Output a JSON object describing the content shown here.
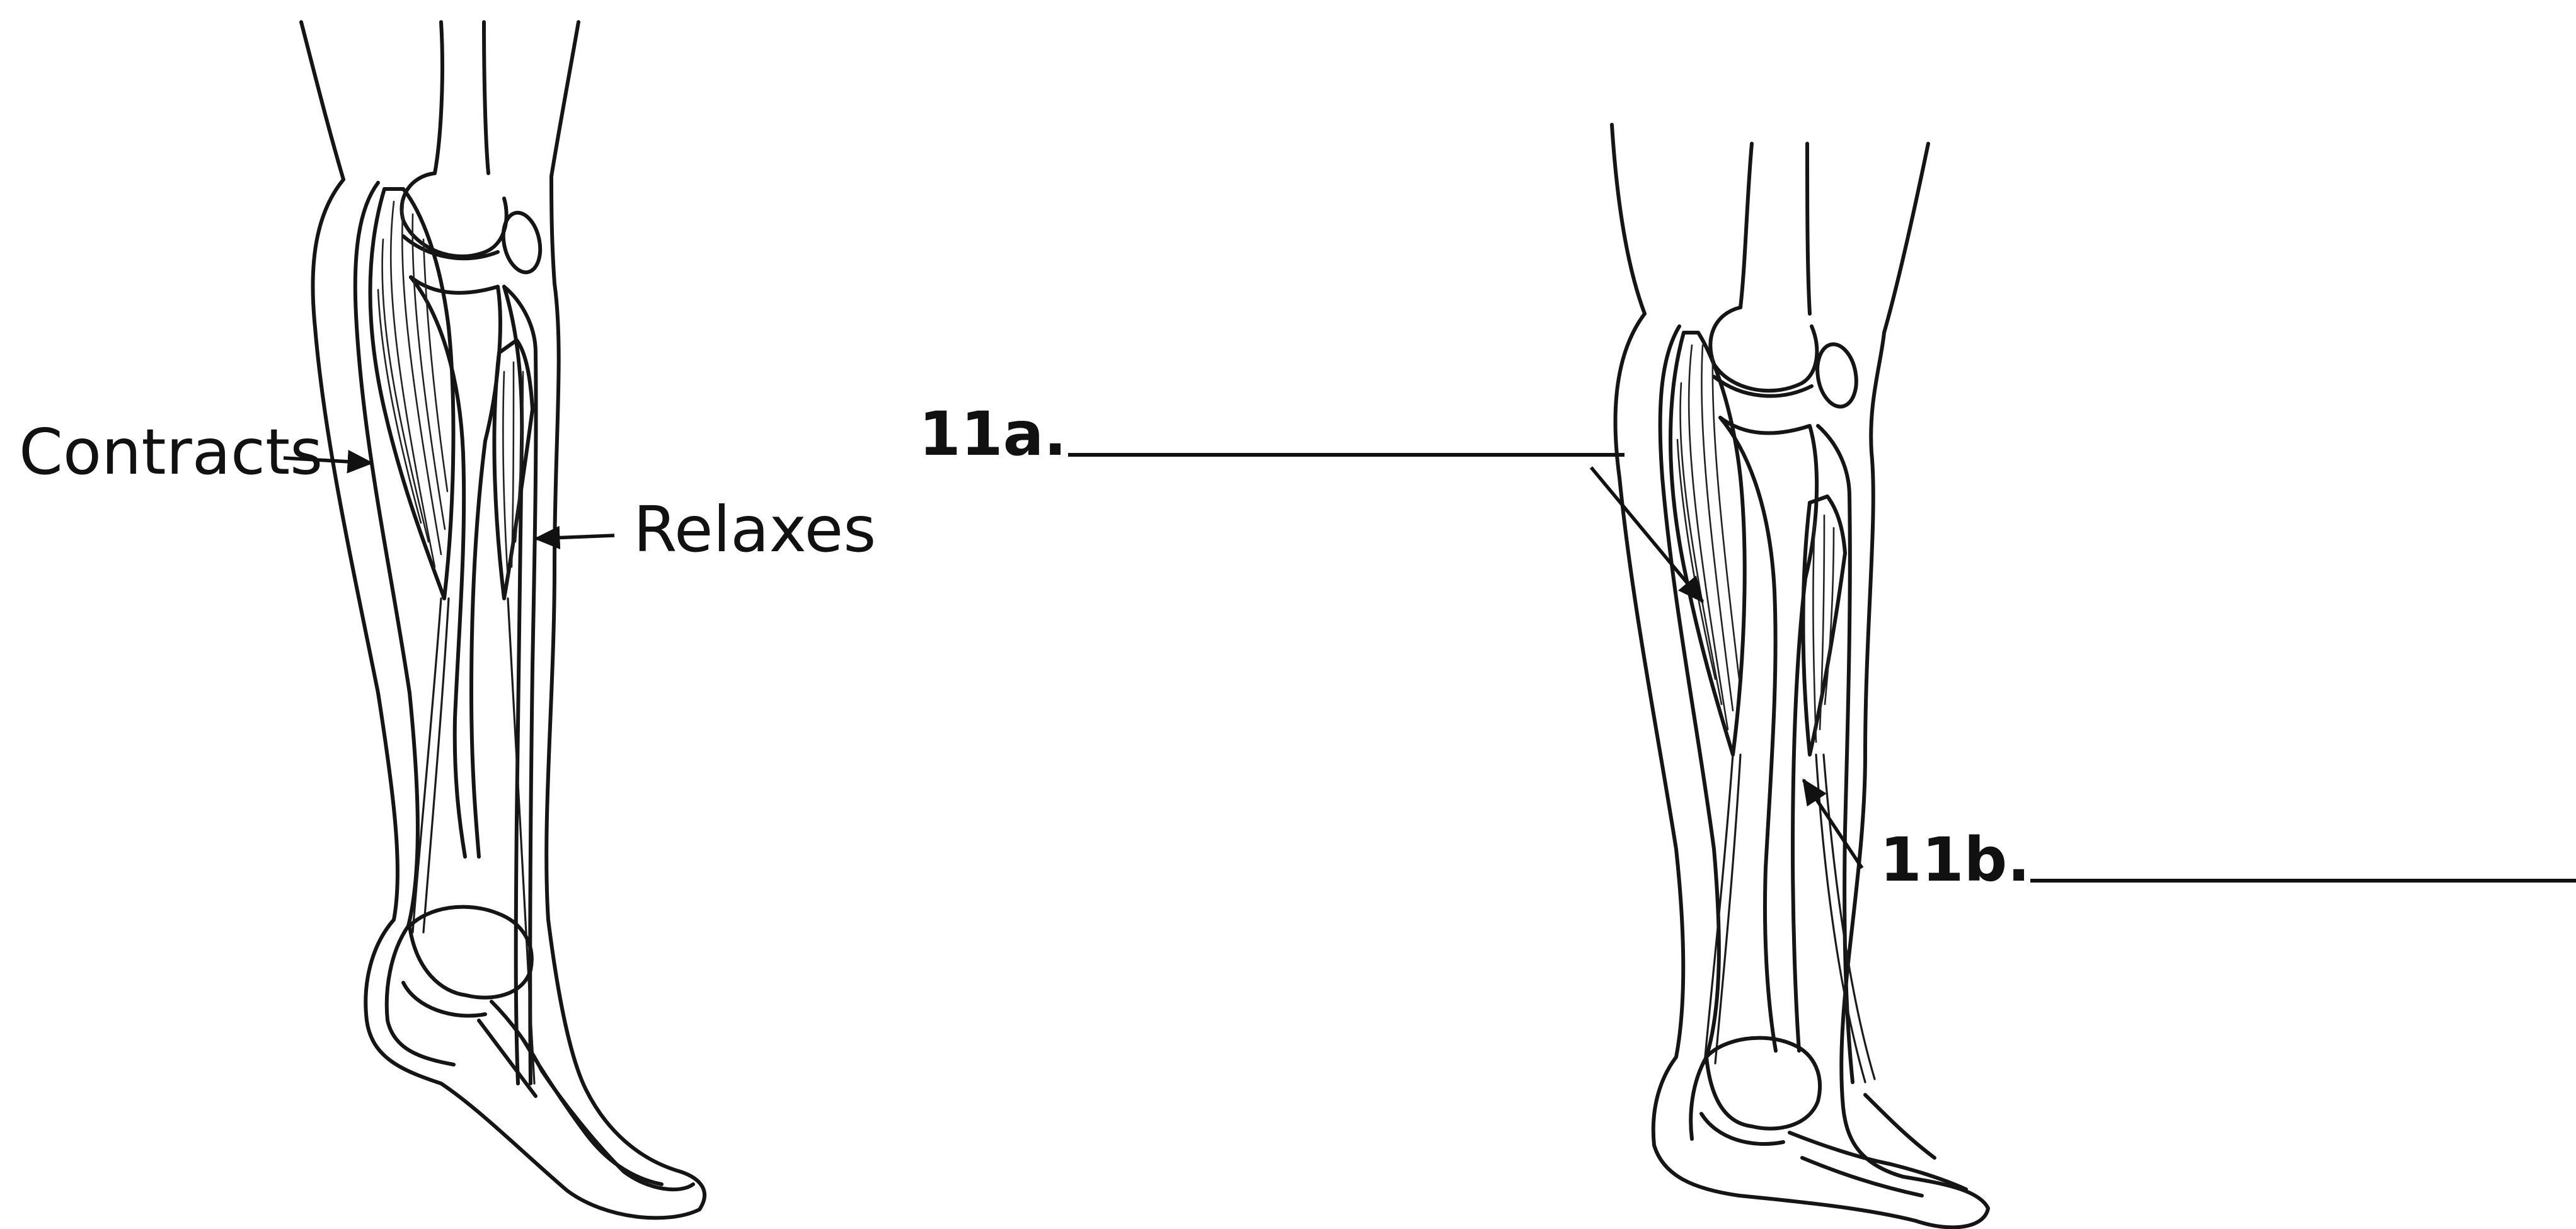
{
  "labels": {
    "contracts": "Contracts",
    "relaxes": "Relaxes",
    "q11a": "11a.",
    "q11b": "11b."
  },
  "colors": {
    "ink": "#111111",
    "background": "#ffffff"
  }
}
